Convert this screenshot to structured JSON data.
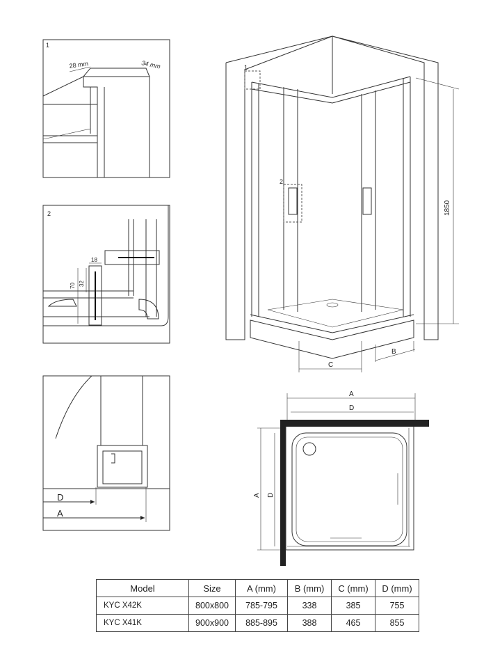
{
  "details": {
    "detail1": {
      "number": "1",
      "width_label": "28 mm",
      "depth_label": "34 mm"
    },
    "detail2": {
      "number": "2",
      "dim_18": "18",
      "dim_32": "32",
      "dim_70": "70"
    },
    "detail3": {
      "label_d": "D",
      "label_a": "A"
    }
  },
  "main_view": {
    "callout_1": "1",
    "callout_2": "2",
    "height_label": "1850",
    "label_c": "C",
    "label_b": "B"
  },
  "plan_view": {
    "top_a": "A",
    "top_d": "D",
    "side_a": "A",
    "side_d": "D"
  },
  "table": {
    "headers": [
      "Model",
      "Size",
      "A (mm)",
      "B (mm)",
      "C (mm)",
      "D (mm)"
    ],
    "rows": [
      [
        "KYC X42K",
        "800x800",
        "785-795",
        "338",
        "385",
        "755"
      ],
      [
        "KYC X41K",
        "900x900",
        "885-895",
        "388",
        "465",
        "855"
      ]
    ]
  }
}
